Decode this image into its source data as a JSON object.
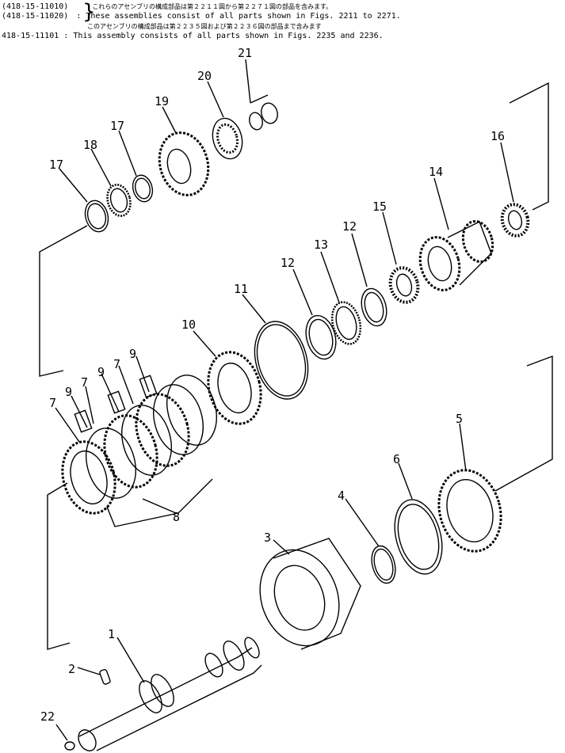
{
  "notes": {
    "row1": {
      "code": "(418-15-11010)",
      "text": "これらのアセンブリの構成部品は第２２１１図から第２２７１図の部品を含みます。"
    },
    "row2": {
      "code": "(418-15-11020)",
      "text": "These assemblies consist of all parts shown in Figs. 2211 to 2271."
    },
    "row3": {
      "code": "",
      "text": "このアセンブリの構成部品は第２２３５図および第２２３６図の部品まで含みます"
    },
    "row4": {
      "code": "418-15-11101",
      "text": "This assembly consists of all parts shown in Figs. 2235 and 2236."
    }
  },
  "callouts": [
    "1",
    "2",
    "3",
    "4",
    "5",
    "6",
    "7",
    "7",
    "7",
    "8",
    "9",
    "9",
    "9",
    "10",
    "11",
    "12",
    "12",
    "13",
    "14",
    "15",
    "16",
    "17",
    "17",
    "18",
    "19",
    "20",
    "21",
    "22"
  ],
  "colors": {
    "ink": "#000000",
    "paper": "#ffffff"
  }
}
